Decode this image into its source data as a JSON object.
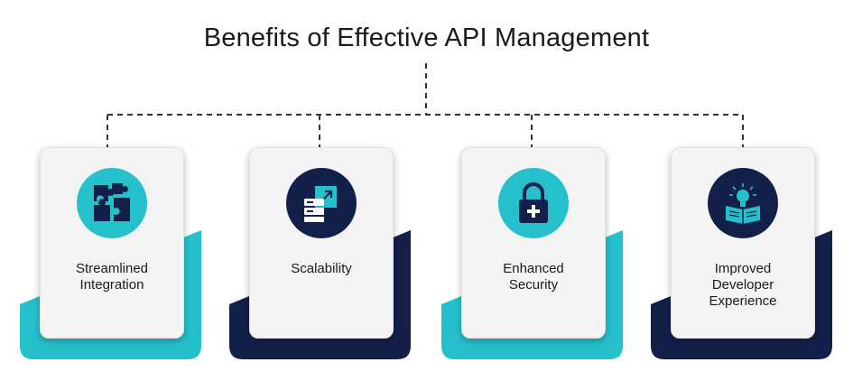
{
  "title": "Benefits of Effective API Management",
  "colors": {
    "teal": "#26c0cc",
    "navy": "#13204a",
    "card": "#f4f4f4",
    "connector": "#333333"
  },
  "benefits": [
    {
      "label": "Streamlined\nIntegration",
      "icon": "puzzle-icon",
      "circle_color": "teal",
      "accent_color": "teal"
    },
    {
      "label": "Scalability",
      "icon": "scalability-icon",
      "circle_color": "navy",
      "accent_color": "navy"
    },
    {
      "label": "Enhanced\nSecurity",
      "icon": "padlock-icon",
      "circle_color": "teal",
      "accent_color": "teal"
    },
    {
      "label": "Improved\nDeveloper\nExperience",
      "icon": "lightbulb-book-icon",
      "circle_color": "navy",
      "accent_color": "navy"
    }
  ]
}
